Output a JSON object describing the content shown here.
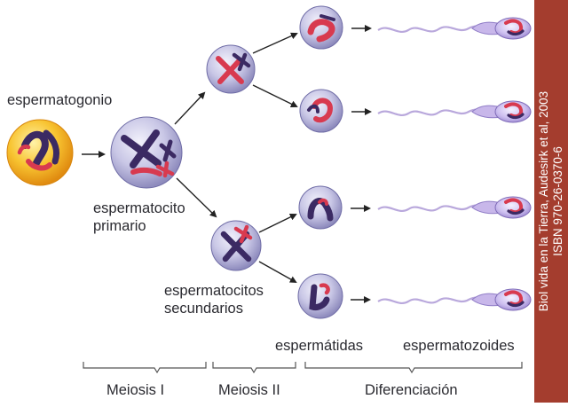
{
  "labels": {
    "espermatogonio": "espermatogonio",
    "espermatocito_primario": [
      "espermatocito",
      "primario"
    ],
    "espermatocitos_secundarios": [
      "espermatocitos",
      "secundarios"
    ],
    "espermatidas": "espermátidas",
    "espermatozoides": "espermatozoides"
  },
  "phases": {
    "meiosis_1": "Meiosis I",
    "meiosis_2": "Meiosis II",
    "diferenciacion": "Diferenciación"
  },
  "citation": {
    "line1": "Biol vida en la Tierra, Audesirk et al, 2003",
    "line2": "ISBN 970-26-0370-6"
  },
  "colors": {
    "sidebar": "#a43d2e",
    "cell_body": "#c9c7e6",
    "spermatogonium_body": "#f6b81c",
    "chromosome_dark": "#3b2a63",
    "chromosome_red": "#d83a4f",
    "sperm_tail": "#b9a8dc"
  }
}
